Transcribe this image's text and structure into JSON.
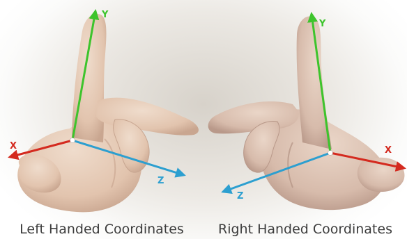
{
  "panels": {
    "left": {
      "caption": "Left Handed Coordinates",
      "axes": {
        "x": "X",
        "y": "Y",
        "z": "Z"
      }
    },
    "right": {
      "caption": "Right Handed Coordinates",
      "axes": {
        "x": "X",
        "y": "Y",
        "z": "Z"
      }
    }
  },
  "colors": {
    "x_axis": "#d42a1f",
    "y_axis": "#3dc42c",
    "z_axis": "#2c9fd0",
    "skin": "#e6ccb8",
    "skin_shadow": "#c9a793",
    "caption": "#3c3c3c"
  }
}
